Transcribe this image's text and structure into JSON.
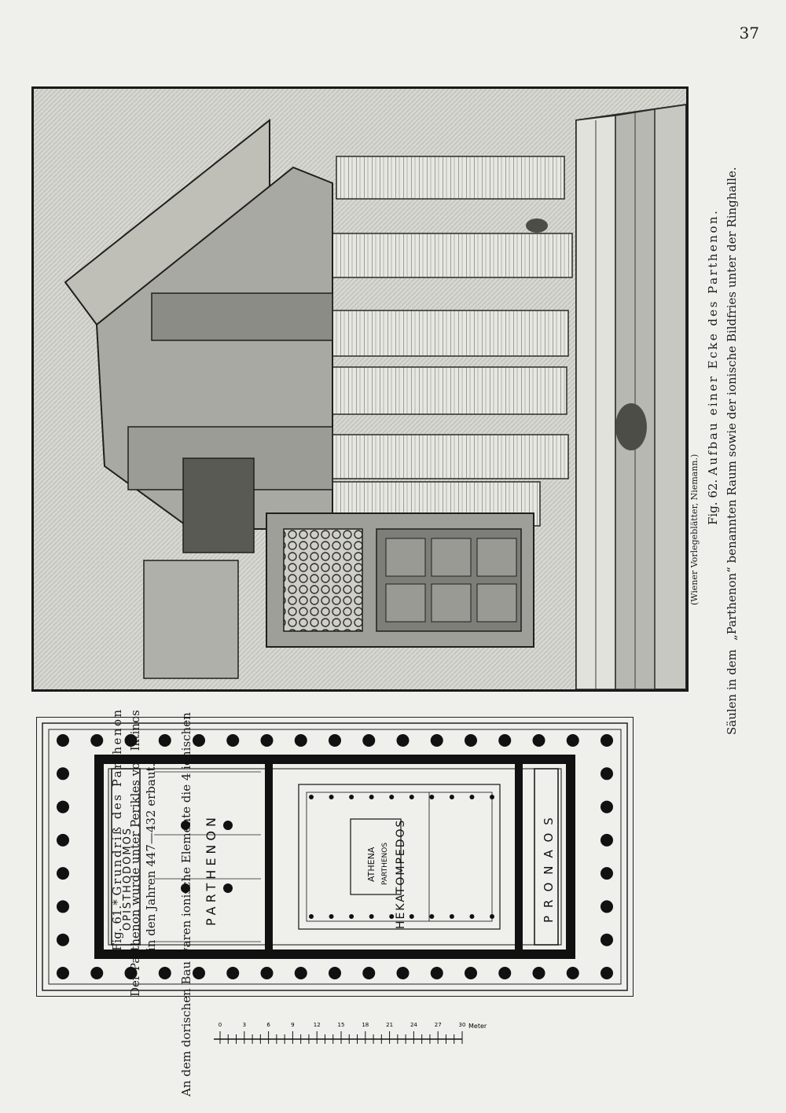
{
  "page_number": "37",
  "figure62": {
    "credit": "(Wiener Vorlegeblätter, Niemann.)",
    "label": "Fig. 62.",
    "title": "Aufbau einer Ecke des Parthenon.",
    "description": "„Parthenon“ benannten Raum sowie der ionische Bildfries unter der Ringhalle.",
    "description_lead": "Säulen in dem"
  },
  "figure61": {
    "label": "Fig. 61.*",
    "title": "Grundriß des Parthenon",
    "caption_line1": "Der Parthenon wurde unter Perikles von Iktinos",
    "caption_line2": "in den Jahren 447—432 erbaut."
  },
  "bottom_text": "An dem dorischen Bau waren ionische Elemente die 4 ionischen",
  "plan_labels": {
    "opisthodomos": "OPISTHODOMOS",
    "parthenon": "PARTHENON",
    "hekatompedos": "HEKATOMPEDOS",
    "athena": "ATHENA",
    "parthenos": "PARTHENOS",
    "pronaos": "PRONAOS"
  },
  "scale": {
    "unit": "Meter",
    "ticks": [
      "0",
      "3",
      "6",
      "9",
      "12",
      "15",
      "18",
      "21",
      "24",
      "27",
      "30"
    ]
  }
}
